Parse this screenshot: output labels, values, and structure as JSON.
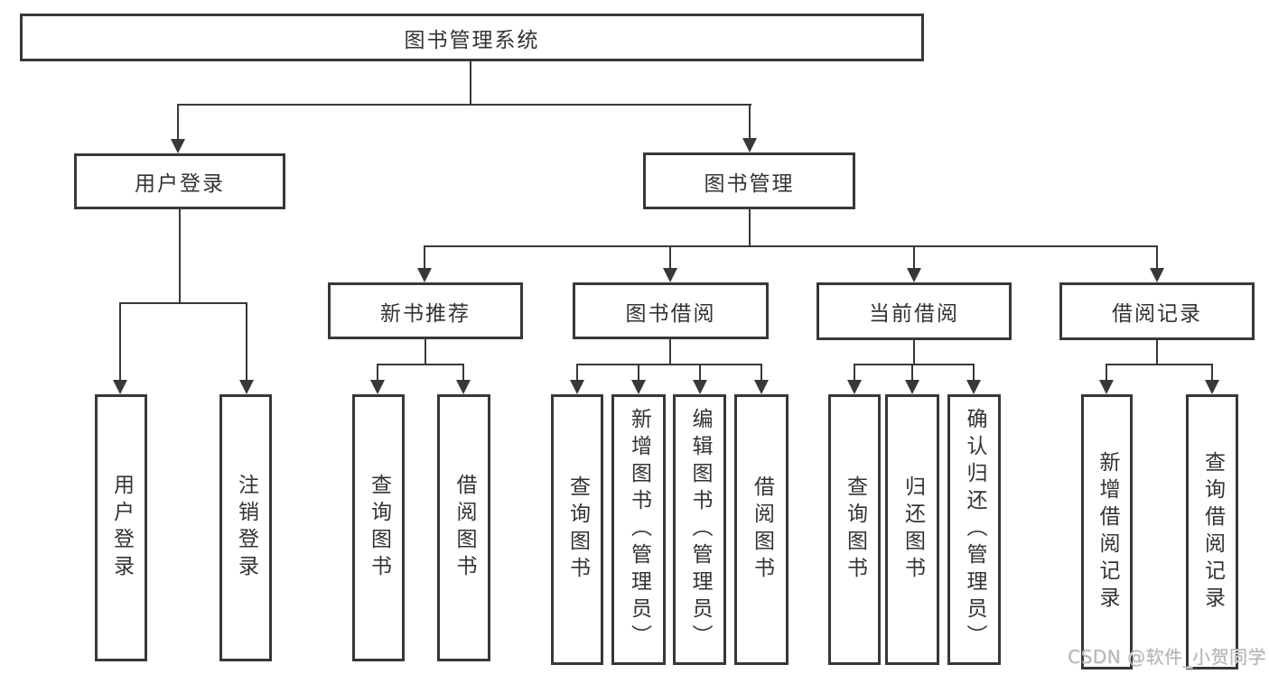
{
  "nodes": {
    "root": "图书管理系统",
    "user_login": "用户登录",
    "book_mgmt": "图书管理",
    "new_books": "新书推荐",
    "book_borrow": "图书借阅",
    "current_borrow": "当前借阅",
    "borrow_records": "借阅记录",
    "leaf_user_login": "用户登录",
    "leaf_logout": "注销登录",
    "nb_query": "查询图书",
    "nb_borrow": "借阅图书",
    "bb_query": "查询图书",
    "bb_add": "新增图书（管理员）",
    "bb_edit": "编辑图书（管理员）",
    "bb_borrow": "借阅图书",
    "cb_query": "查询图书",
    "cb_return": "归还图书",
    "cb_confirm": "确认归还（管理员）",
    "br_add": "新增借阅记录",
    "br_query": "查询借阅记录"
  },
  "hierarchy": {
    "root": {
      "user_login": [
        "leaf_user_login",
        "leaf_logout"
      ],
      "book_mgmt": {
        "new_books": [
          "nb_query",
          "nb_borrow"
        ],
        "book_borrow": [
          "bb_query",
          "bb_add",
          "bb_edit",
          "bb_borrow"
        ],
        "current_borrow": [
          "cb_query",
          "cb_return",
          "cb_confirm"
        ],
        "borrow_records": [
          "br_add",
          "br_query"
        ]
      }
    }
  },
  "watermark": {
    "text": "CSDN @软件_小贺同学"
  },
  "colors": {
    "line": "#383838",
    "text": "#333333",
    "background": "#ffffff",
    "watermark": "#b4b4b4"
  }
}
